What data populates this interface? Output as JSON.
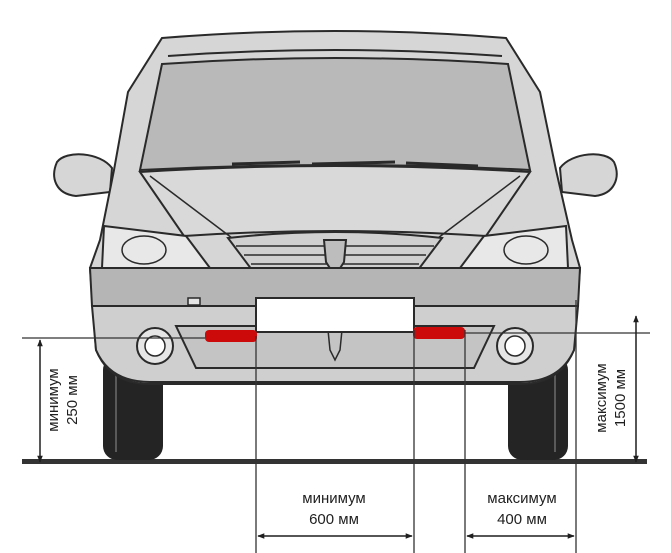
{
  "colors": {
    "body_fill": "#d6d6d6",
    "bumper_fill": "#cfcfcf",
    "stripe_fill": "#b5b5b5",
    "glass_fill": "#b9b9b9",
    "tire_fill": "#242424",
    "outline": "#2a2a2a",
    "lamp_marker": "#cc0a0a",
    "plate_fill": "#ffffff"
  },
  "dimensions": {
    "height_min": {
      "line1": "минимум",
      "line2": "250 мм"
    },
    "height_max": {
      "line1": "максимум",
      "line2": "1500 мм"
    },
    "spacing_min": {
      "line1": "минимум",
      "line2": "600 мм"
    },
    "edge_max": {
      "line1": "максимум",
      "line2": "400 мм"
    }
  },
  "icons": {
    "logo": "dacia-shield-icon",
    "arrow": "dimension-arrow-icon"
  }
}
